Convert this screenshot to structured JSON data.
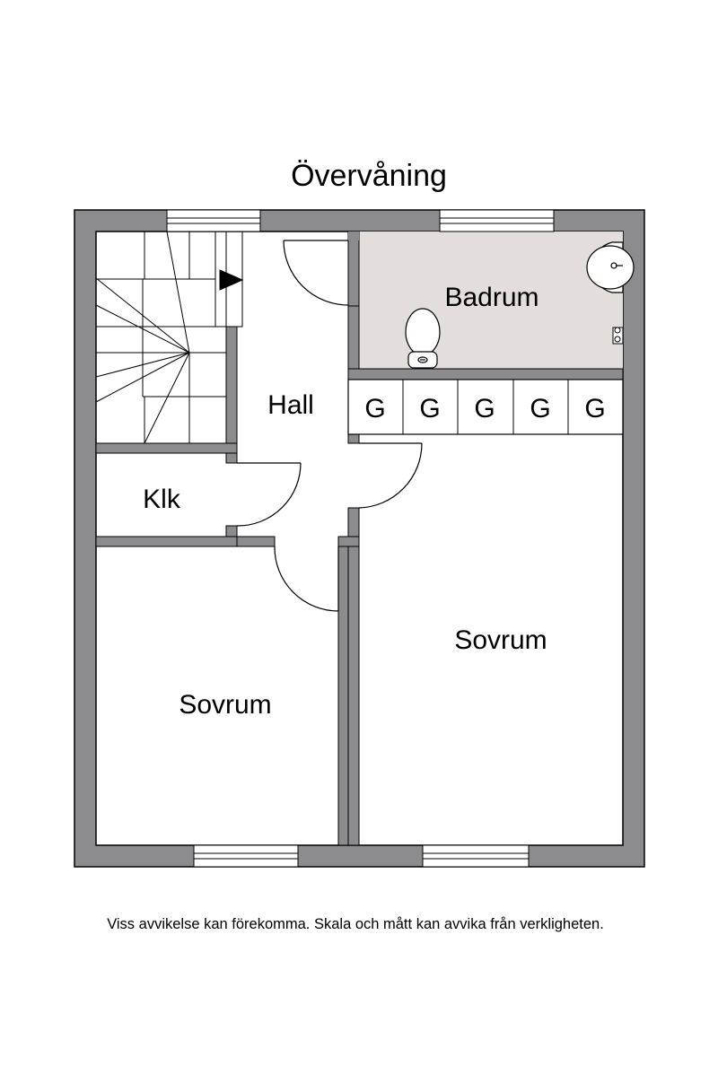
{
  "title": "Övervåning",
  "disclaimer": "Viss avvikelse kan förekomma. Skala och mått kan avvika från verkligheten.",
  "rooms": {
    "bathroom": "Badrum",
    "hall": "Hall",
    "closet": "Klk",
    "bedroom_left": "Sovrum",
    "bedroom_right": "Sovrum"
  },
  "wardrobes": [
    "G",
    "G",
    "G",
    "G",
    "G"
  ],
  "colors": {
    "wall": "#8c8c8e",
    "bathroom_floor": "#e3dedb",
    "line": "#000000",
    "background": "#ffffff"
  },
  "icons": {
    "stairs": "stairs-icon",
    "toilet": "toilet-icon",
    "sink": "sink-icon",
    "faucet": "faucet-icon",
    "window": "window-icon",
    "door_swing": "door-swing-icon"
  }
}
